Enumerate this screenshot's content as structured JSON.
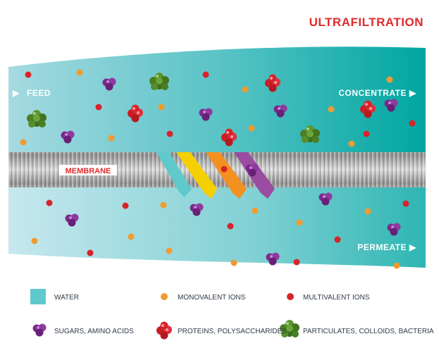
{
  "title": "ULTRAFILTRATION",
  "labels": {
    "feed": "FEED",
    "concentrate": "CONCENTRATE",
    "permeate": "PERMEATE",
    "membrane": "MEMBRANE"
  },
  "legend": [
    {
      "label": "WATER",
      "icon": "water-square"
    },
    {
      "label": "MONOVALENT IONS",
      "icon": "orange-dot"
    },
    {
      "label": "MULTIVALENT IONS",
      "icon": "red-dot"
    },
    {
      "label": "SUGARS, AMINO ACIDS",
      "icon": "purple-cluster"
    },
    {
      "label": "PROTEINS, POLYSACCHARIDES",
      "icon": "red-cluster"
    },
    {
      "label": "PARTICULATES, COLLOIDS, BACTERIA",
      "icon": "green-cluster"
    }
  ],
  "colors": {
    "title": "#e02a2a",
    "water": "#5fc9cc",
    "monovalent": "#f29a2e",
    "multivalent": "#d8232a",
    "sugars": "#7b2a8c",
    "proteins": "#d8232a",
    "particulates": "#4f8a2a",
    "arrow_yellow": "#f5d000",
    "arrow_orange": "#f39020",
    "arrow_purple": "#9a4da0"
  }
}
